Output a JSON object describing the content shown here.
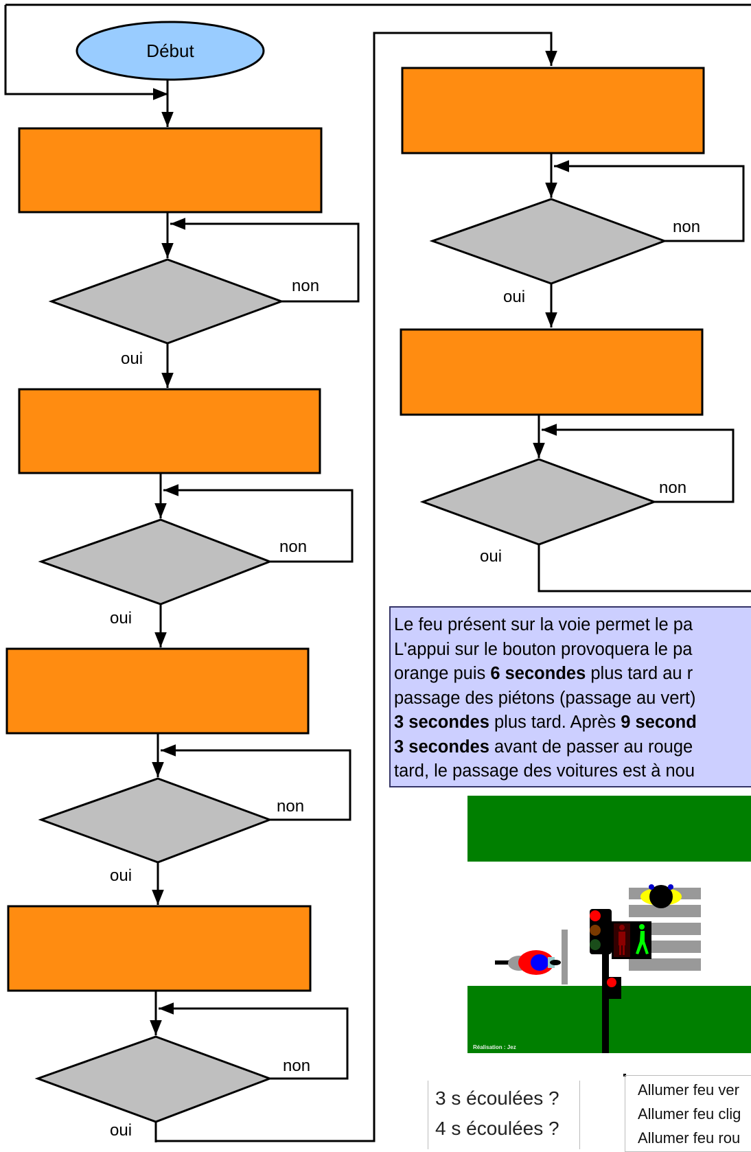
{
  "flowchart": {
    "start_label": "Début",
    "yes_label": "oui",
    "no_label": "non"
  },
  "description": {
    "lines": [
      [
        "Le feu présent sur la voie permet le pa"
      ],
      [
        "L'appui sur le bouton provoquera le pa"
      ],
      [
        "orange puis ",
        {
          "b": "6 secondes"
        },
        " plus tard au r"
      ],
      [
        "passage des piétons (passage au vert)"
      ],
      [
        {
          "b": "3 secondes"
        },
        " plus tard. Après ",
        {
          "b": "9 second"
        }
      ],
      [
        {
          "b": "3 secondes"
        },
        " avant de passer au rouge"
      ],
      [
        "tard, le passage des voitures est à nou"
      ]
    ]
  },
  "scene": {
    "signature": "Réalisation : Jez"
  },
  "conditions": [
    "3 s écoulées ?",
    "4 s écoulées ?"
  ],
  "actions": [
    "Allumer feu ver",
    "Allumer feu clig",
    "Allumer feu rou"
  ]
}
